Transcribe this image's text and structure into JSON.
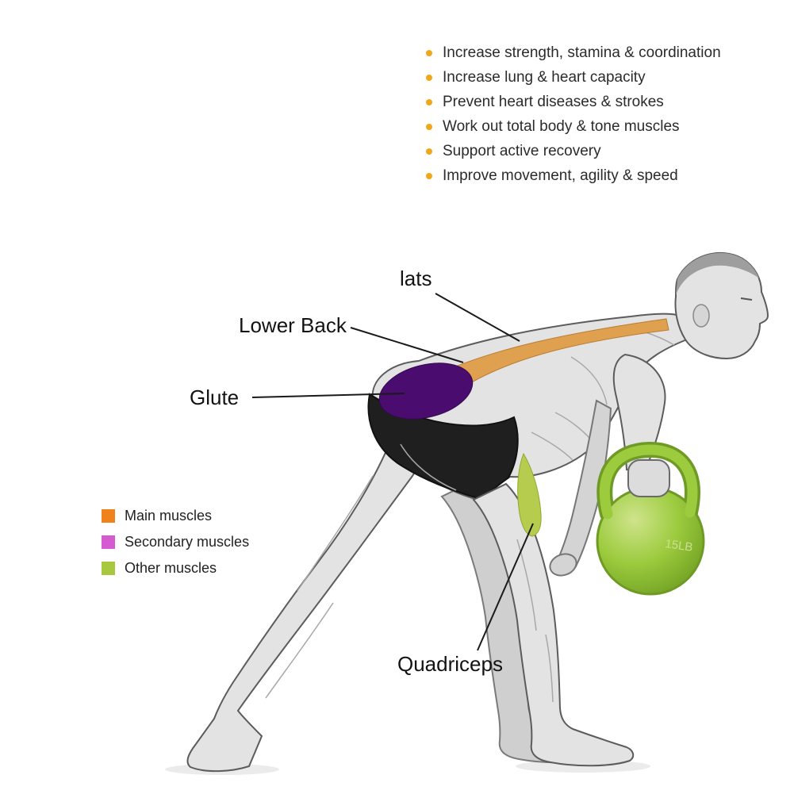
{
  "benefits": {
    "bullet_color": "#F2A71B",
    "items": [
      "Increase strength, stamina & coordination",
      "Increase lung & heart capacity",
      "Prevent heart diseases & strokes",
      "Work out total body & tone muscles",
      "Support active recovery",
      "Improve movement, agility & speed"
    ]
  },
  "figure_labels": {
    "lats": "lats",
    "lower_back": "Lower Back",
    "glute": "Glute",
    "quadriceps": "Quadriceps"
  },
  "legend": {
    "items": [
      {
        "label": "Main muscles",
        "color": "#F0821E"
      },
      {
        "label": "Secondary muscles",
        "color": "#D45BD0"
      },
      {
        "label": "Other muscles",
        "color": "#A8C93F"
      }
    ]
  },
  "kettlebell": {
    "weight_label": "15LB",
    "color": "#9CCB3E"
  },
  "highlights": {
    "main": "#DFA050",
    "secondary": "#4A0D6F",
    "other": "#B5CC4F"
  }
}
